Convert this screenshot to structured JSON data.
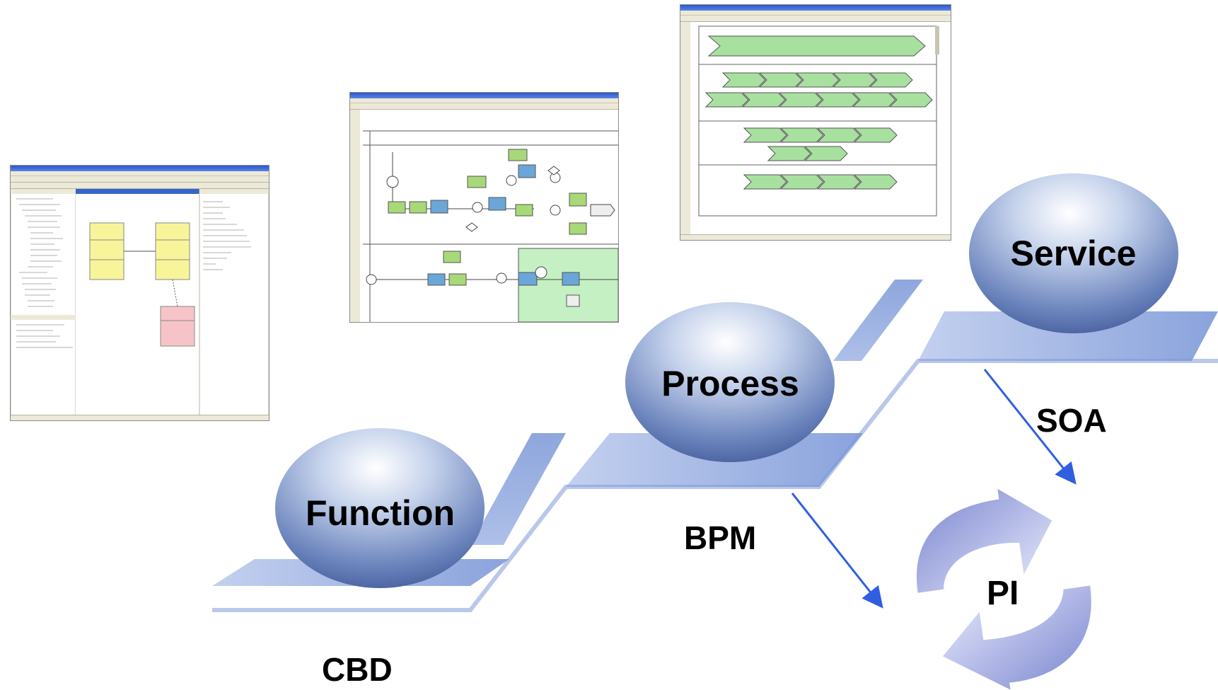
{
  "spheres": {
    "function": "Function",
    "process": "Process",
    "service": "Service"
  },
  "labels": {
    "cbd": "CBD",
    "bpm": "BPM",
    "soa": "SOA",
    "pi": "PI"
  },
  "colors": {
    "step": "#9db3e6",
    "step_side": "#7f99d8",
    "arrow": "#2f5fe0",
    "cycle_dark": "#7b86cf",
    "cycle_light": "#dfe3fb",
    "app_green": "#a8d878",
    "app_blue": "#6aa6d8",
    "uml_yellow": "#f8f49a",
    "uml_pink": "#f6c4c8"
  }
}
